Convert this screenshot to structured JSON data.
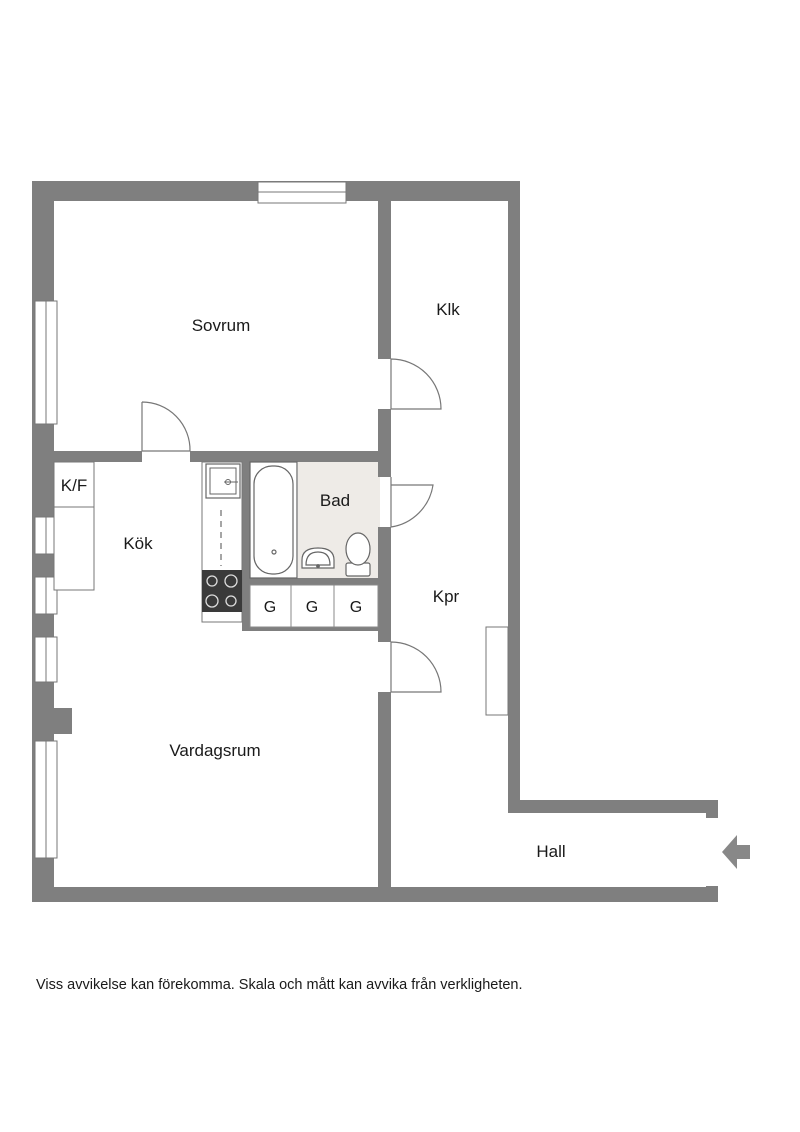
{
  "rooms": {
    "sovrum": "Sovrum",
    "klk": "Klk",
    "kf": "K/F",
    "kok": "Kök",
    "bad": "Bad",
    "kpr": "Kpr",
    "vardagsrum": "Vardagsrum",
    "hall": "Hall"
  },
  "storage": [
    "G",
    "G",
    "G"
  ],
  "disclaimer": "Viss avvikelse kan förekomma. Skala och mått kan avvika från verkligheten.",
  "colors": {
    "wall": "#7f7f7f",
    "bath_floor": "#eeebe7",
    "appliance": "#3a3a3a",
    "line": "#777777"
  }
}
